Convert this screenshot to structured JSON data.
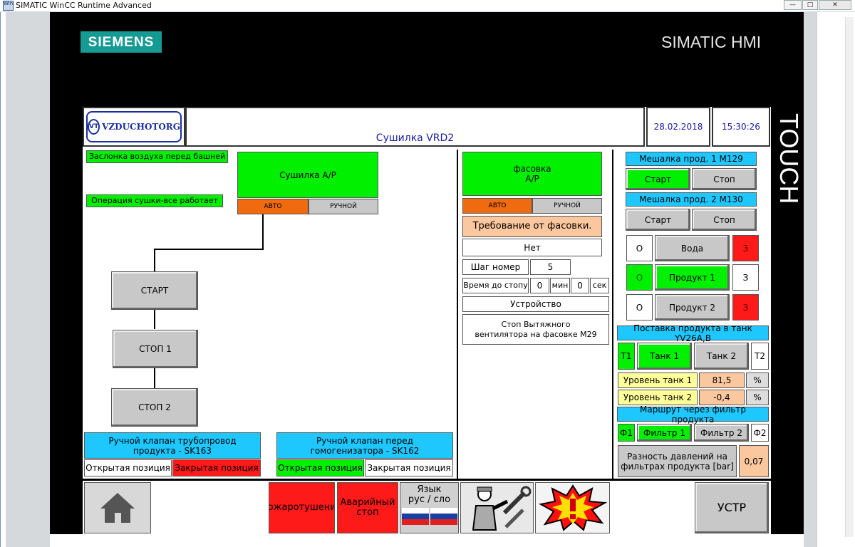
{
  "window": {
    "title": "SIMATIC WinCC Runtime Advanced",
    "icon_text": "WinCC",
    "min": "—",
    "max": "□",
    "close": "✕"
  },
  "brand": {
    "siemens": "SIEMENS",
    "simatic": "SIMATIC HMI",
    "touch": "TOUCH"
  },
  "header": {
    "logo": "VZDUCHOTORG",
    "title": "Сушилка VRD2",
    "date": "28.02.2018",
    "time": "15:30:26"
  },
  "left": {
    "status_damper": "Заслонка воздуха перед башней",
    "status_operation": "Операция сушки-все работает",
    "dryer_button": "Сушилка А/Р",
    "auto": "АВТО",
    "manual": "РУЧНОЙ",
    "start": "СТАРТ",
    "stop1": "СТОП 1",
    "stop2": "СТОП 2",
    "valve1_title_l1": "Ручной клапан трубопровод",
    "valve1_title_l2": "продукта - SK163",
    "valve1_open": "Открытая позиция",
    "valve1_closed": "Закрытая позиция",
    "valve2_title_l1": "Ручной клапан перед",
    "valve2_title_l2": "гомогенизатора - SK162",
    "valve2_open": "Открытая позиция",
    "valve2_closed": "Закрытая позиция"
  },
  "middle": {
    "packing_l1": "фасовка",
    "packing_l2": "А/Р",
    "auto": "АВТО",
    "manual": "РУЧНОЙ",
    "request_label": "Требование от фасовки.",
    "request_value": "Нет",
    "step_label": "Шаг номер",
    "step_value": "5",
    "time_label": "Время до стопу",
    "time_min": "0",
    "min_label": "мин",
    "time_sec": "0",
    "sec_label": "сек",
    "device_label": "Устройство",
    "device_value_l1": "Стоп Вытяжного",
    "device_value_l2": "вентилятора на фасовке M29"
  },
  "right": {
    "mixer1_title": "Мешалка прод. 1 M129",
    "mixer2_title": "Мешалка прод. 2 M130",
    "start": "Старт",
    "stop": "Стоп",
    "o": "О",
    "z": "З",
    "water": "Вода",
    "product1": "Продукт 1",
    "product2": "Продукт 2",
    "supply_title": "Поставка продукта в танк YV26A,B",
    "t1": "T1",
    "tank1": "Танк 1",
    "tank2": "Танк 2",
    "t2": "T2",
    "level1_label": "Уровень танк 1",
    "level1_value": "81,5",
    "level2_label": "Уровень танк 2",
    "level2_value": "-0,4",
    "percent": "%",
    "route_title": "Маршрут через фильтр продукта",
    "f1": "Ф1",
    "filter1": "Фильтр 1",
    "filter2": "Фильтр 2",
    "f2": "Ф2",
    "diff_l1": "Разность давлений на",
    "diff_l2": "фильтрах продукта [bar]",
    "diff_value": "0,07"
  },
  "footer": {
    "fire": "Пожаротушение",
    "emergency_l1": "Аварийный",
    "emergency_l2": "стоп",
    "lang_l1": "Язык",
    "lang_l2": "рус / сло",
    "device": "УСТР"
  }
}
